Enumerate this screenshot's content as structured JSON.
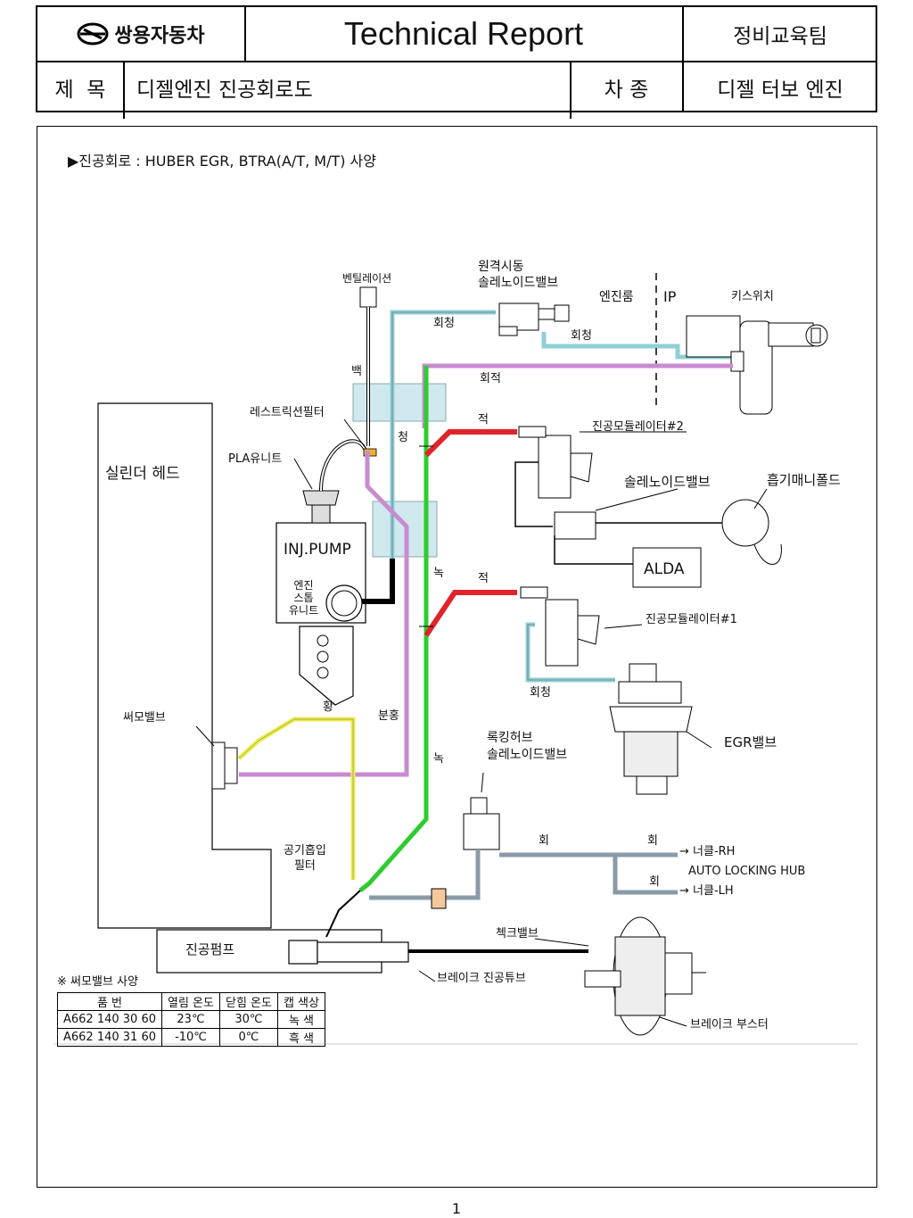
{
  "header": {
    "company": "쌍용자동차",
    "report_title": "Technical Report",
    "team": "정비교육팀",
    "subject_label": "제  목",
    "subject_value": "디젤엔진 진공회로도",
    "model_label": "차 종",
    "model_value": "디젤 터보 엔진"
  },
  "section_title": "▶진공회로 : HUBER EGR, BTRA(A/T, M/T) 사양",
  "labels": {
    "ventilation": "벤틸레이션",
    "remote_solenoid": "원격시동\n솔레노이드밸브",
    "engine_room": "엔진룸",
    "ip": "IP",
    "key_switch": "키스위치",
    "gray_blue_1": "회청",
    "gray_blue_2": "회청",
    "white": "백",
    "gray_red": "회적",
    "restriction_filter": "레스트릭션필터",
    "blue": "청",
    "red_1": "적",
    "vac_mod_2": "진공모듈레이터#2",
    "pla_unit": "PLA유니트",
    "cylinder_head": "실린더 헤드",
    "solenoid_valve": "솔레노이드밸브",
    "intake_manifold": "흡기매니폴드",
    "inj_pump": "INJ.PUMP",
    "engine_stop_unit": "엔진\n스톱\n유니트",
    "green_1": "녹",
    "red_2": "적",
    "alda": "ALDA",
    "vac_mod_1": "진공모듈레이터#1",
    "gray_blue_3": "회청",
    "egr_valve": "EGR밸브",
    "thermo_valve": "써모밸브",
    "yellow": "황",
    "pink": "분홍",
    "green_2": "녹",
    "locking_hub": "록킹허브\n솔레노이드밸브",
    "gray_1": "회",
    "gray_2": "회",
    "gray_3": "회",
    "knuckle_rh": "→ 너클-RH",
    "auto_locking_hub": "AUTO LOCKING HUB",
    "knuckle_lh": "→ 너클-LH",
    "air_filter": "공기흡입\n필터",
    "check_valve": "첵크밸브",
    "vacuum_pump": "진공펌프",
    "brake_tube": "브레이크 진공튜브",
    "brake_booster": "브레이크 부스터"
  },
  "spec_table": {
    "caption": "※ 써모밸브 사양",
    "headers": [
      "품  번",
      "열림 온도",
      "닫힘 온도",
      "캡 색상"
    ],
    "rows": [
      [
        "A662 140 30 60",
        "23℃",
        "30℃",
        "녹 색"
      ],
      [
        "A662 140 31 60",
        "-10℃",
        "0℃",
        "흑 색"
      ]
    ]
  },
  "colors": {
    "gray_blue": "#8fcfd6",
    "purple": "#c98bd0",
    "red": "#e0242a",
    "green": "#2ecc2e",
    "yellow": "#eded4c",
    "black": "#000000",
    "gray": "#8a9aa8",
    "light_blue_band": "#cfe9ef"
  },
  "page_number": "1"
}
